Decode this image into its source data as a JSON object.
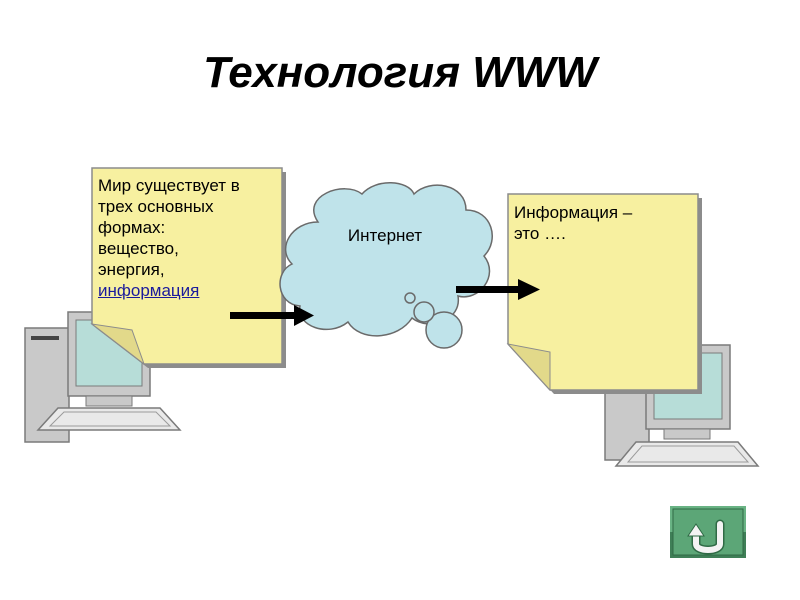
{
  "slide": {
    "title": "Технология WWW"
  },
  "left_note": {
    "lines": [
      "Мир существует в",
      "трех основных",
      "формах:",
      "вещество,",
      "энергия,"
    ],
    "link": "информация"
  },
  "cloud": {
    "label": "Интернет"
  },
  "right_note": {
    "lines": [
      "Информация –",
      "это …."
    ]
  },
  "colors": {
    "note_fill": "#f7f0a0",
    "cloud_fill": "#bfe3ea",
    "link": "#1a1a9c",
    "computer_gray": "#c9c9c9",
    "screen_teal": "#b7ddd8",
    "button_green": "#55a06e"
  },
  "icons": {
    "computer_left": "desktop-computer-icon",
    "computer_right": "desktop-computer-icon",
    "back_button": "return-arrow-icon"
  }
}
